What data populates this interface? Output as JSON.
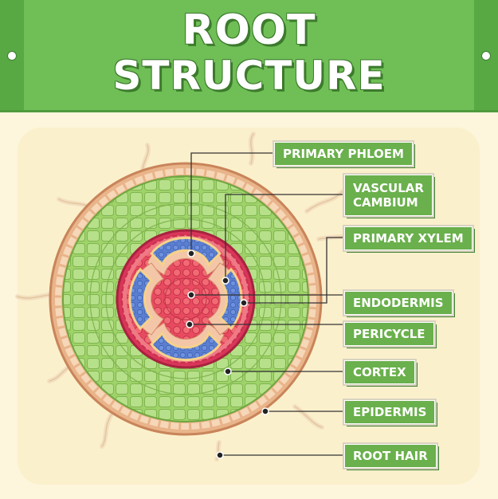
{
  "title": {
    "line1": "ROOT",
    "line2": "STRUCTURE"
  },
  "labels": {
    "primary_phloem": "PRIMARY PHLOEM",
    "vascular_cambium_1": "VASCULAR",
    "vascular_cambium_2": "CAMBIUM",
    "primary_xylem": "PRIMARY XYLEM",
    "endodermis": "ENDODERMIS",
    "pericycle": "PERICYCLE",
    "cortex": "CORTEX",
    "epidermis": "EPIDERMIS",
    "root_hair": "ROOT HAIR"
  },
  "colors": {
    "banner": "#6fbf56",
    "label_bg": "#6ab04c",
    "epidermis": "#e9b48a",
    "cortex": "#9fd36a",
    "endodermis": "#d9365a",
    "phloem": "#5b7fd0",
    "background": "#fdf6dc"
  }
}
